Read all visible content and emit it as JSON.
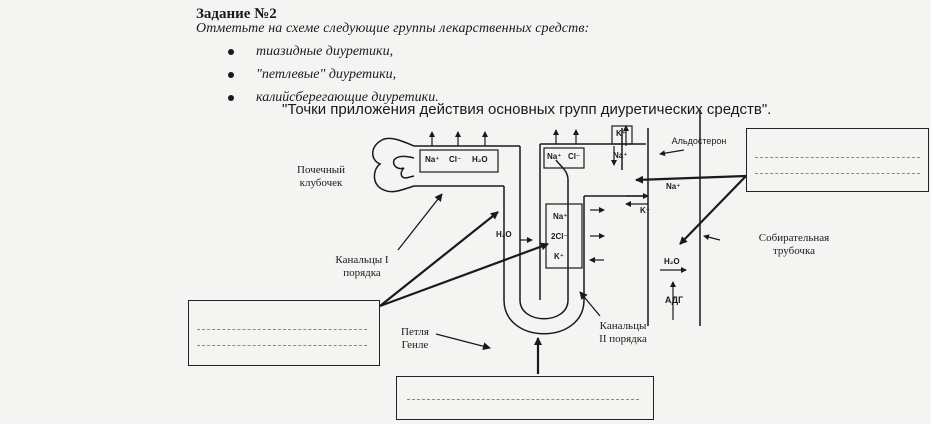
{
  "task": {
    "title": "Задание №2",
    "instruction": "Отметьте на схеме следующие группы лекарственных средств:",
    "items": [
      "тиазидные диуретики,",
      "\"петлевые\" диуретики,",
      "калийсберегающие диуретики."
    ]
  },
  "scheme": {
    "title": "\"Точки приложения действия основных групп диуретических средств\".",
    "labels": {
      "glomerulus": [
        "Почечный",
        "клубочек"
      ],
      "tubule_1": [
        "Канальцы I",
        "порядка"
      ],
      "loop": [
        "Петля",
        "Генле"
      ],
      "tubule_2": [
        "Канальцы",
        "II порядка"
      ],
      "collecting": [
        "Собирательная",
        "трубочка"
      ],
      "aldosterone": "Альдостерон",
      "adh": "АДГ"
    },
    "ions": {
      "prox_na": "Na⁺",
      "prox_cl": "Cl⁻",
      "prox_h2o": "H₂O",
      "dist_na": "Na⁺",
      "dist_cl": "Cl⁻",
      "dist_na2": "Na⁺",
      "k_top": "K⁺",
      "loop_na": "Na⁺",
      "loop_cl": "2Cl⁻",
      "loop_k": "K⁺",
      "loop_h2o": "H₂O",
      "coll_na": "Na⁺",
      "coll_k": "K⁺",
      "coll_h2o": "H₂O"
    }
  }
}
